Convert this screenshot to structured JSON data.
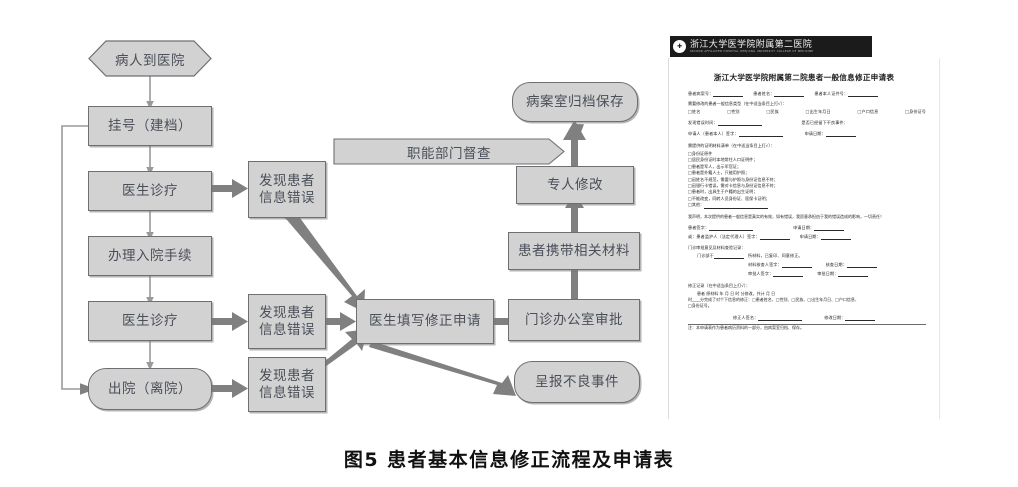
{
  "figure": {
    "caption": "图5  患者基本信息修正流程及申请表"
  },
  "flowchart": {
    "nodes": [
      {
        "id": "start",
        "label": "病人到医院",
        "shape": "hexagon"
      },
      {
        "id": "register",
        "label": "挂号（建档）",
        "shape": "rect"
      },
      {
        "id": "visit1",
        "label": "医生诊疗",
        "shape": "rect"
      },
      {
        "id": "admission",
        "label": "办理入院手续",
        "shape": "rect"
      },
      {
        "id": "visit2",
        "label": "医生诊疗",
        "shape": "rect"
      },
      {
        "id": "discharge",
        "label": "出院（离院）",
        "shape": "rounded"
      },
      {
        "id": "error1",
        "label": "发现患者\n信息错误",
        "shape": "rect"
      },
      {
        "id": "error2",
        "label": "发现患者\n信息错误",
        "shape": "rect"
      },
      {
        "id": "error3",
        "label": "发现患者\n信息错误",
        "shape": "rect"
      },
      {
        "id": "apply",
        "label": "医生填写修正申请",
        "shape": "rect"
      },
      {
        "id": "approval",
        "label": "门诊办公室审批",
        "shape": "rect"
      },
      {
        "id": "incident",
        "label": "呈报不良事件",
        "shape": "rounded"
      },
      {
        "id": "materials",
        "label": "患者携带相关材料",
        "shape": "rect"
      },
      {
        "id": "modify",
        "label": "专人修改",
        "shape": "rect"
      },
      {
        "id": "archive",
        "label": "病案室归档保存",
        "shape": "rounded"
      },
      {
        "id": "supervise",
        "label": "职能部门督查",
        "shape": "banner"
      }
    ],
    "colors": {
      "node_fill": "#d2d2d2",
      "node_border": "#6d6f73",
      "text": "#4a4f58",
      "arrow_thick": "#808080",
      "arrow_thin": "#9a9a9a"
    }
  },
  "document": {
    "header": {
      "name_cn": "浙江大学医学院附属第二医院",
      "name_en": "SECOND AFFILIATED HOSPITAL ZHEJIANG UNIVERSITY COLLEGE OF MEDICINE",
      "logo": "hospital-seal-icon"
    },
    "title": "浙江大学医学院附属第二院患者一般信息修正申请表",
    "fields_row1": [
      {
        "label": "患者病案号：",
        "value": ""
      },
      {
        "label": "患者姓名：",
        "value": ""
      },
      {
        "label": "患者本人证件号：",
        "value": ""
      }
    ],
    "section1_title": "需要修改的患者一般信息类型（在中适当条目上打√）：",
    "section1_options": [
      "□姓名",
      "□性别",
      "□民族",
      "□出生年月日",
      "□户口信息",
      "□身份证号"
    ],
    "fields_row2": [
      {
        "label": "发现错误时间：",
        "value": "____年__月__日__时"
      },
      {
        "label": "是否已经留下不良事件：",
        "value": "□是  □否"
      }
    ],
    "fields_row3": [
      {
        "label": "申请人（患者本人）签字：",
        "value": ""
      },
      {
        "label": "申请日期：",
        "value": "____年__月__日"
      }
    ],
    "section2_title": "需提供的证明材料清单（在中适当条目上打√）：",
    "section2_options": [
      "□身份证原件",
      "□居民身份证时本地常住人口证明件；",
      "□患者是军人，出示军官证；",
      "□患者是外籍人士，只能用护照；",
      "□因姓名不规范，需要与护照与身份证信息不符；",
      "□因银行卡错误，需对卡信息与身份证信息不符；",
      "□患者时，出具生于户籍的出生证明；",
      "□不能改变，同转人员身份证、医保卡证明；",
      "□其他："
    ],
    "declaration": "我声明，本次提供的患者一般信息是真实的有效，如有错误，我愿意承担由于我的错误造成的影响，一切责任！",
    "fields_row4": [
      {
        "label": "患者签字：",
        "value": ""
      },
      {
        "label": "申请日期：",
        "value": "____年__月__日"
      }
    ],
    "fields_row5": [
      {
        "label": "或：患者监护人（法定代理人）签字：",
        "value": ""
      },
      {
        "label": "申请日期：",
        "value": "____年__月__日"
      }
    ],
    "section3_title": "门诊审批意见及材料查验记录：",
    "fields_row6": [
      {
        "label": "门诊部于",
        "value": "____年__月__日__时  核查到患者"
      },
      {
        "label": "",
        "value": "所材料，已复印、同意修正。"
      }
    ],
    "fields_row7": [
      {
        "label": "材料核查人签字：",
        "value": ""
      },
      {
        "label": "核查日期：",
        "value": "____年__月__日"
      }
    ],
    "fields_row8": [
      {
        "label": "审批人签字：",
        "value": ""
      },
      {
        "label": "审批日期：",
        "value": "____年__月__日"
      }
    ],
    "section4_title": "修正记录（在中适当条目上打√）：",
    "section4_lines": [
      "患者             原材料          年     月     日    时     分修改，共计          月    日",
      "时____分完成了对个下信息的修正：□患者姓名、□性别、□民族、□出生年月日、□户口信息、",
      "□身份证号。"
    ],
    "fields_row9": [
      {
        "label": "修正人签名：",
        "value": ""
      },
      {
        "label": "修改日期：",
        "value": "____年__月__日"
      }
    ],
    "footer_note": "注：本申请表作为患者病历资料的一部分，由病案室归档、保存。"
  }
}
